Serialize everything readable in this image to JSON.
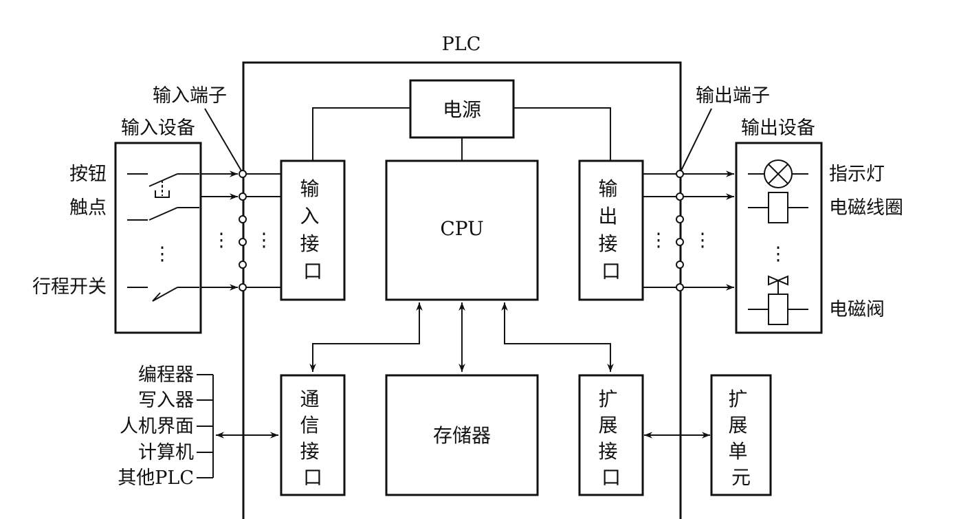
{
  "plc_label": "PLC",
  "power": "电源",
  "cpu": "CPU",
  "memory": "存储器",
  "input_interface": [
    "输",
    "入",
    "接",
    "口"
  ],
  "output_interface": [
    "输",
    "出",
    "接",
    "口"
  ],
  "comm_interface": [
    "通",
    "信",
    "接",
    "口"
  ],
  "expansion_interface": [
    "扩",
    "展",
    "接",
    "口"
  ],
  "expansion_unit": [
    "扩",
    "展",
    "单",
    "元"
  ],
  "input_terminals": "输入端子",
  "input_devices": "输入设备",
  "output_terminals": "输出端子",
  "output_devices": "输出设备",
  "input_items": [
    "按钮",
    "触点",
    "行程开关"
  ],
  "output_items": [
    "指示灯",
    "电磁线圈",
    "电磁阀"
  ],
  "peripherals": [
    "编程器",
    "写入器",
    "人机界面",
    "计算机",
    "其他PLC"
  ]
}
